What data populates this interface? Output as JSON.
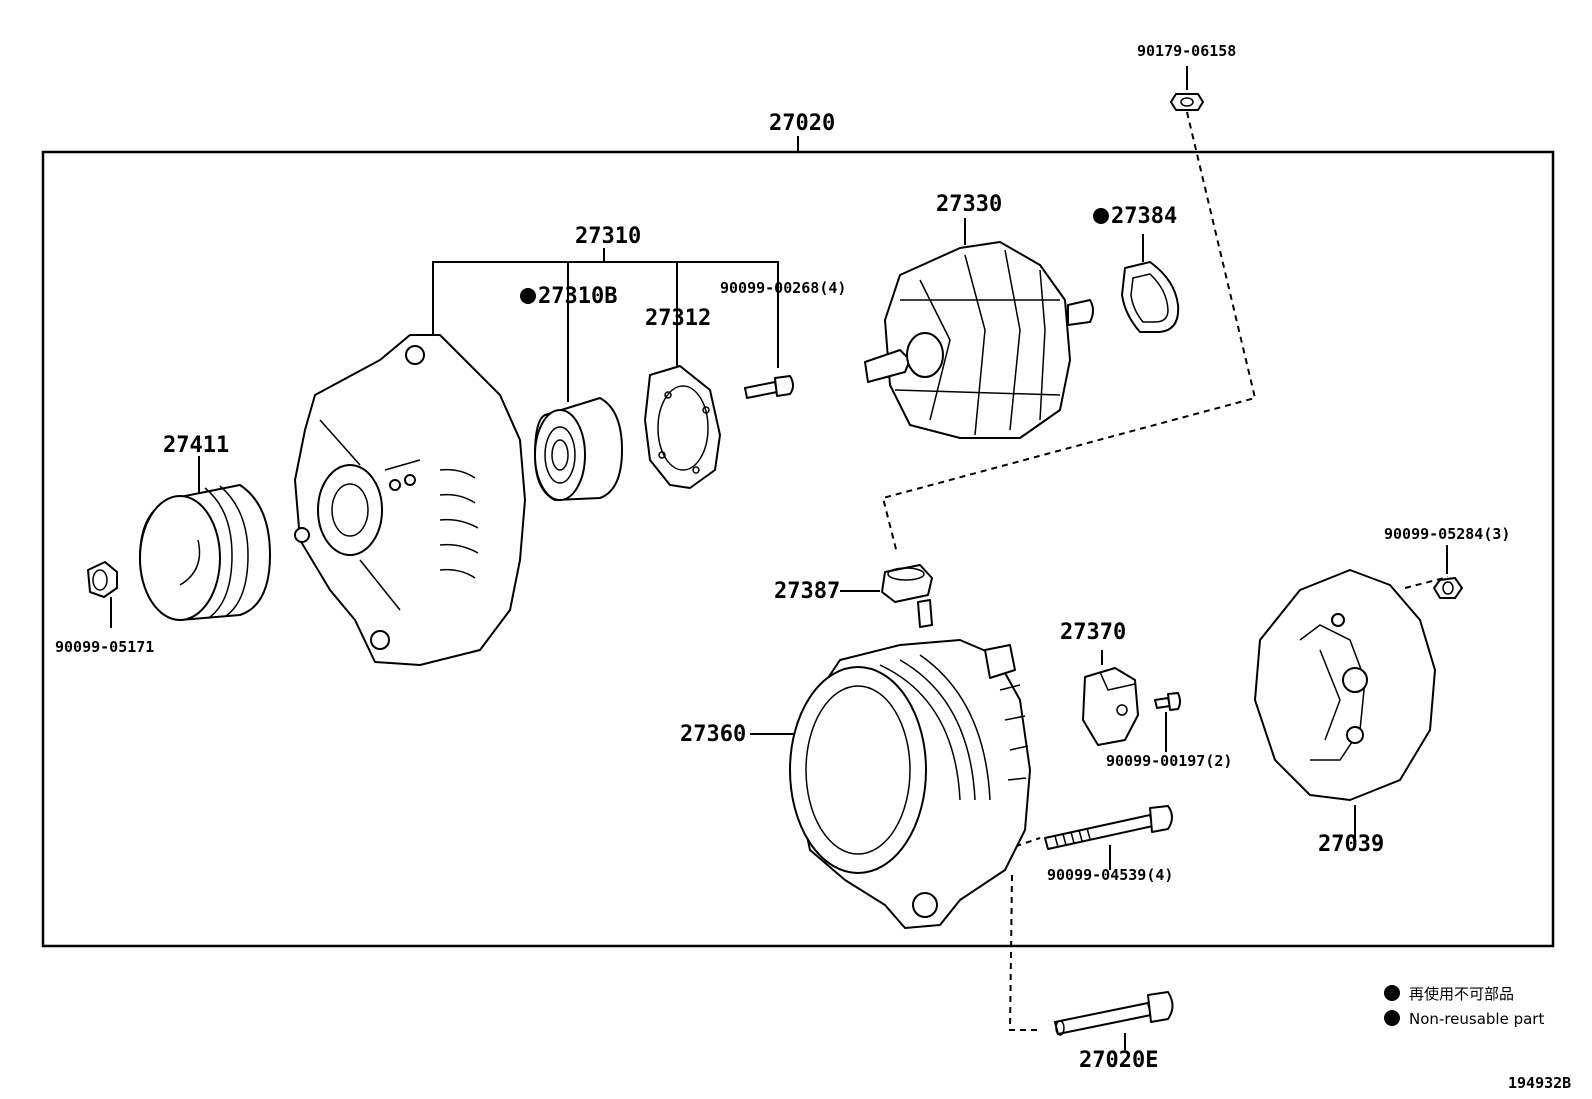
{
  "labels": {
    "p90179_06158": "90179-06158",
    "p27020": "27020",
    "p27310": "27310",
    "p27330": "27330",
    "p27384": "27384",
    "p27310B": "27310B",
    "p27312": "27312",
    "p90099_00268": "90099-00268(4)",
    "p27411": "27411",
    "p90099_05171": "90099-05171",
    "p27387": "27387",
    "p90099_05284": "90099-05284(3)",
    "p27370": "27370",
    "p27360": "27360",
    "p90099_00197": "90099-00197(2)",
    "p27039": "27039",
    "p90099_04539": "90099-04539(4)",
    "p27020E": "27020E"
  },
  "legend": {
    "japanese": "再使用不可部品",
    "english": "Non-reusable part"
  },
  "figure_id": "194932B"
}
